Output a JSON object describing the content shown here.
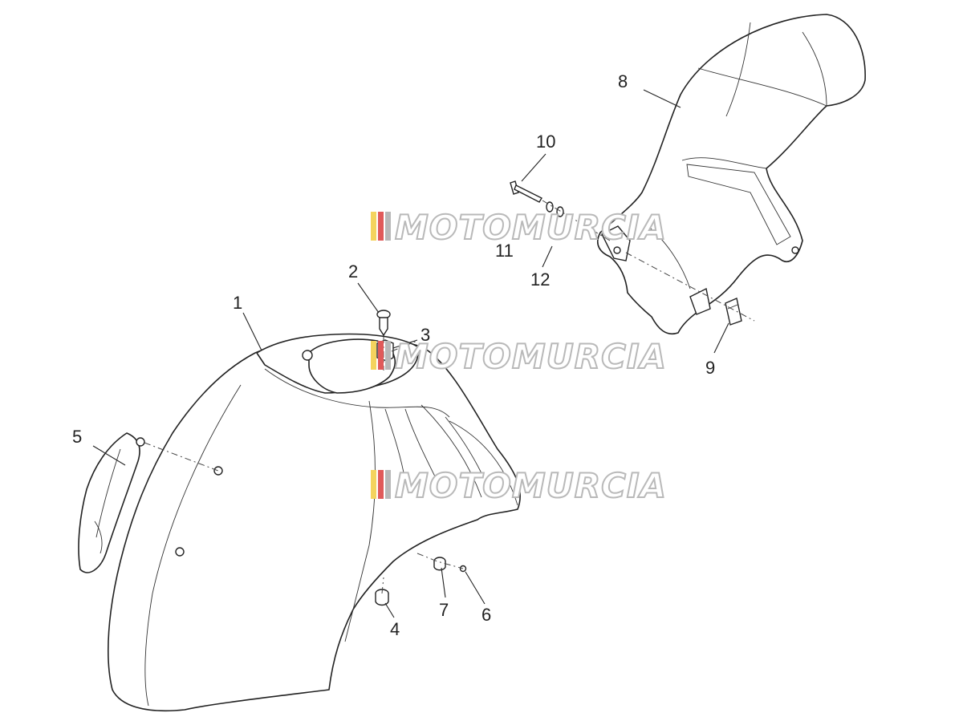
{
  "watermark": {
    "text": "MOTOMURCIA",
    "colors": [
      "#f4d35e",
      "#e05a5a",
      "#b8b8b8"
    ]
  },
  "callouts": [
    "1",
    "2",
    "3",
    "4",
    "5",
    "6",
    "7",
    "8",
    "9",
    "10",
    "11",
    "12"
  ],
  "colors": {
    "line": "#222222",
    "background": "#ffffff"
  }
}
